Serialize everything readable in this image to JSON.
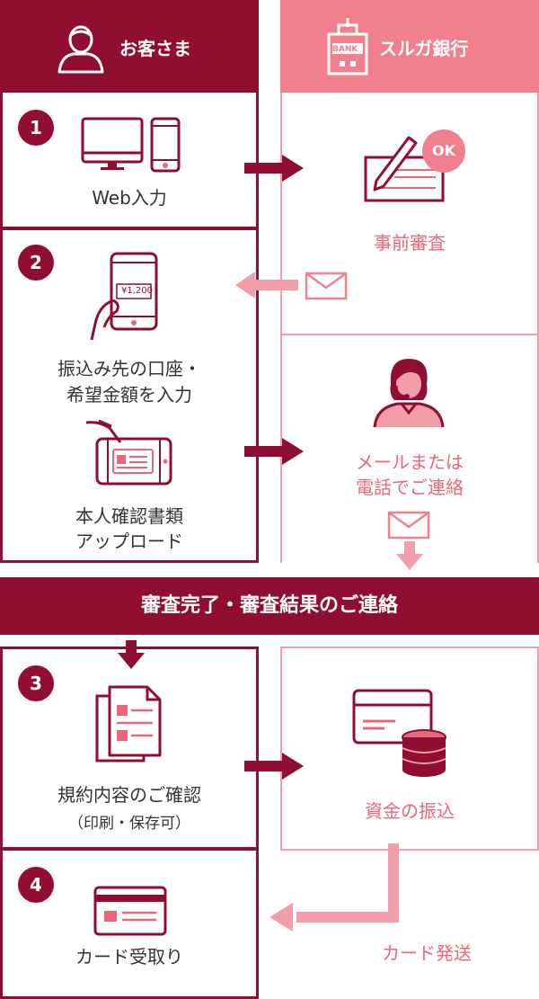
{
  "columns": {
    "customer": {
      "label": "お客さま"
    },
    "bank": {
      "label": "スルガ銀行",
      "building_sign": "BANK"
    }
  },
  "steps": [
    {
      "number": "1",
      "label": "Web入力"
    },
    {
      "number": "2",
      "label_line1": "振込み先の口座・",
      "label_line2": "希望金額を入力",
      "phone_amount": "¥1,200",
      "upload_line1": "本人確認書類",
      "upload_line2": "アップロード"
    },
    {
      "number": "3",
      "label": "規約内容のご確認",
      "sub_label": "（印刷・保存可）"
    },
    {
      "number": "4",
      "label": "カード受取り"
    }
  ],
  "bank_steps": {
    "prescreen": {
      "label": "事前審査",
      "ok_badge": "OK"
    },
    "contact": {
      "line1": "メールまたは",
      "line2": "電話でご連絡"
    },
    "transfer": {
      "label": "資金の振込"
    },
    "card_ship": {
      "label": "カード発送"
    }
  },
  "banner": {
    "label": "審査完了・審査結果のご連絡"
  },
  "colors": {
    "dark": "#900e32",
    "pink": "#e8677a",
    "pink_light": "#f29da8"
  }
}
